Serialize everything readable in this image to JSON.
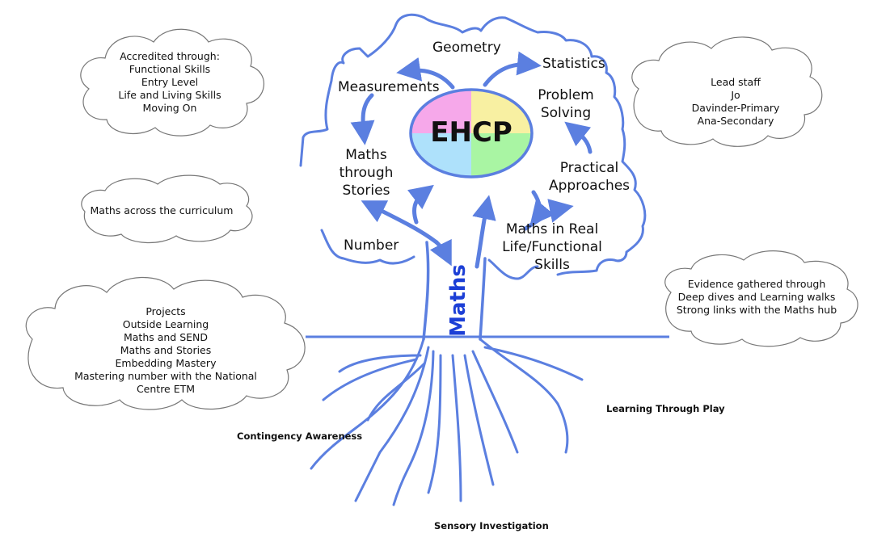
{
  "center": {
    "label": "EHCP",
    "colors": [
      "#f6a8ea",
      "#f8f0a2",
      "#a9f5a3",
      "#aee1fb"
    ]
  },
  "trunk_label": "Maths",
  "tree_color": "#5b7fe0",
  "branches": {
    "geometry": "Geometry",
    "statistics": "Statistics",
    "measurements": "Measurements",
    "problem_solving": [
      "Problem",
      "Solving"
    ],
    "maths_through_stories": [
      "Maths",
      "through",
      "Stories"
    ],
    "practical_approaches": [
      "Practical",
      "Approaches"
    ],
    "number": "Number",
    "real_life": [
      "Maths in Real",
      "Life/Functional",
      "Skills"
    ]
  },
  "clouds": {
    "accredited": [
      "Accredited through:",
      "Functional Skills",
      "Entry Level",
      "Life and Living Skills",
      "Moving On"
    ],
    "curriculum": [
      "Maths across the curriculum"
    ],
    "projects": [
      "Projects",
      "Outside Learning",
      "Maths and SEND",
      "Maths and Stories",
      "Embedding Mastery",
      "Mastering number with the National",
      "Centre ETM"
    ],
    "lead_staff": [
      "Lead staff",
      "Jo",
      "Davinder-Primary",
      "Ana-Secondary"
    ],
    "evidence": [
      "Evidence gathered through",
      "Deep dives and Learning walks",
      "Strong links with the Maths hub"
    ]
  },
  "roots": {
    "contingency": "Contingency Awareness",
    "play": "Learning Through Play",
    "sensory": "Sensory Investigation"
  }
}
